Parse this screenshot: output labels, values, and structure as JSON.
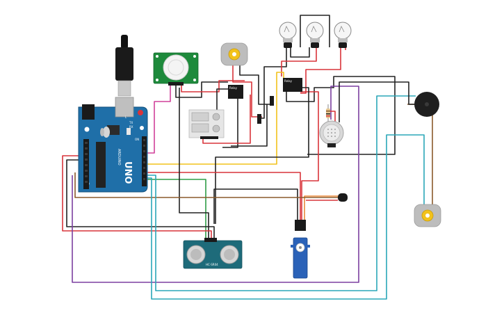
{
  "board": {
    "logo_text": "UNO",
    "brand_text": "ARDUINO",
    "on_label": "ON",
    "tx_label": "TX",
    "rx_label": "RX",
    "l_label": "L",
    "color": "#1f6fa8"
  },
  "relay_1": {
    "label": "Relay"
  },
  "relay_2": {
    "label": "Relay"
  },
  "ultrasonic": {
    "label": "HC-SR04"
  },
  "wire_colors": {
    "red": "#d9343a",
    "black": "#222222",
    "yellow": "#f2c21b",
    "green": "#2e9d46",
    "purple": "#7b3fa0",
    "teal": "#2aa7b8",
    "brown": "#8a5a2b",
    "magenta": "#d0409a",
    "orange": "#e8893a"
  }
}
